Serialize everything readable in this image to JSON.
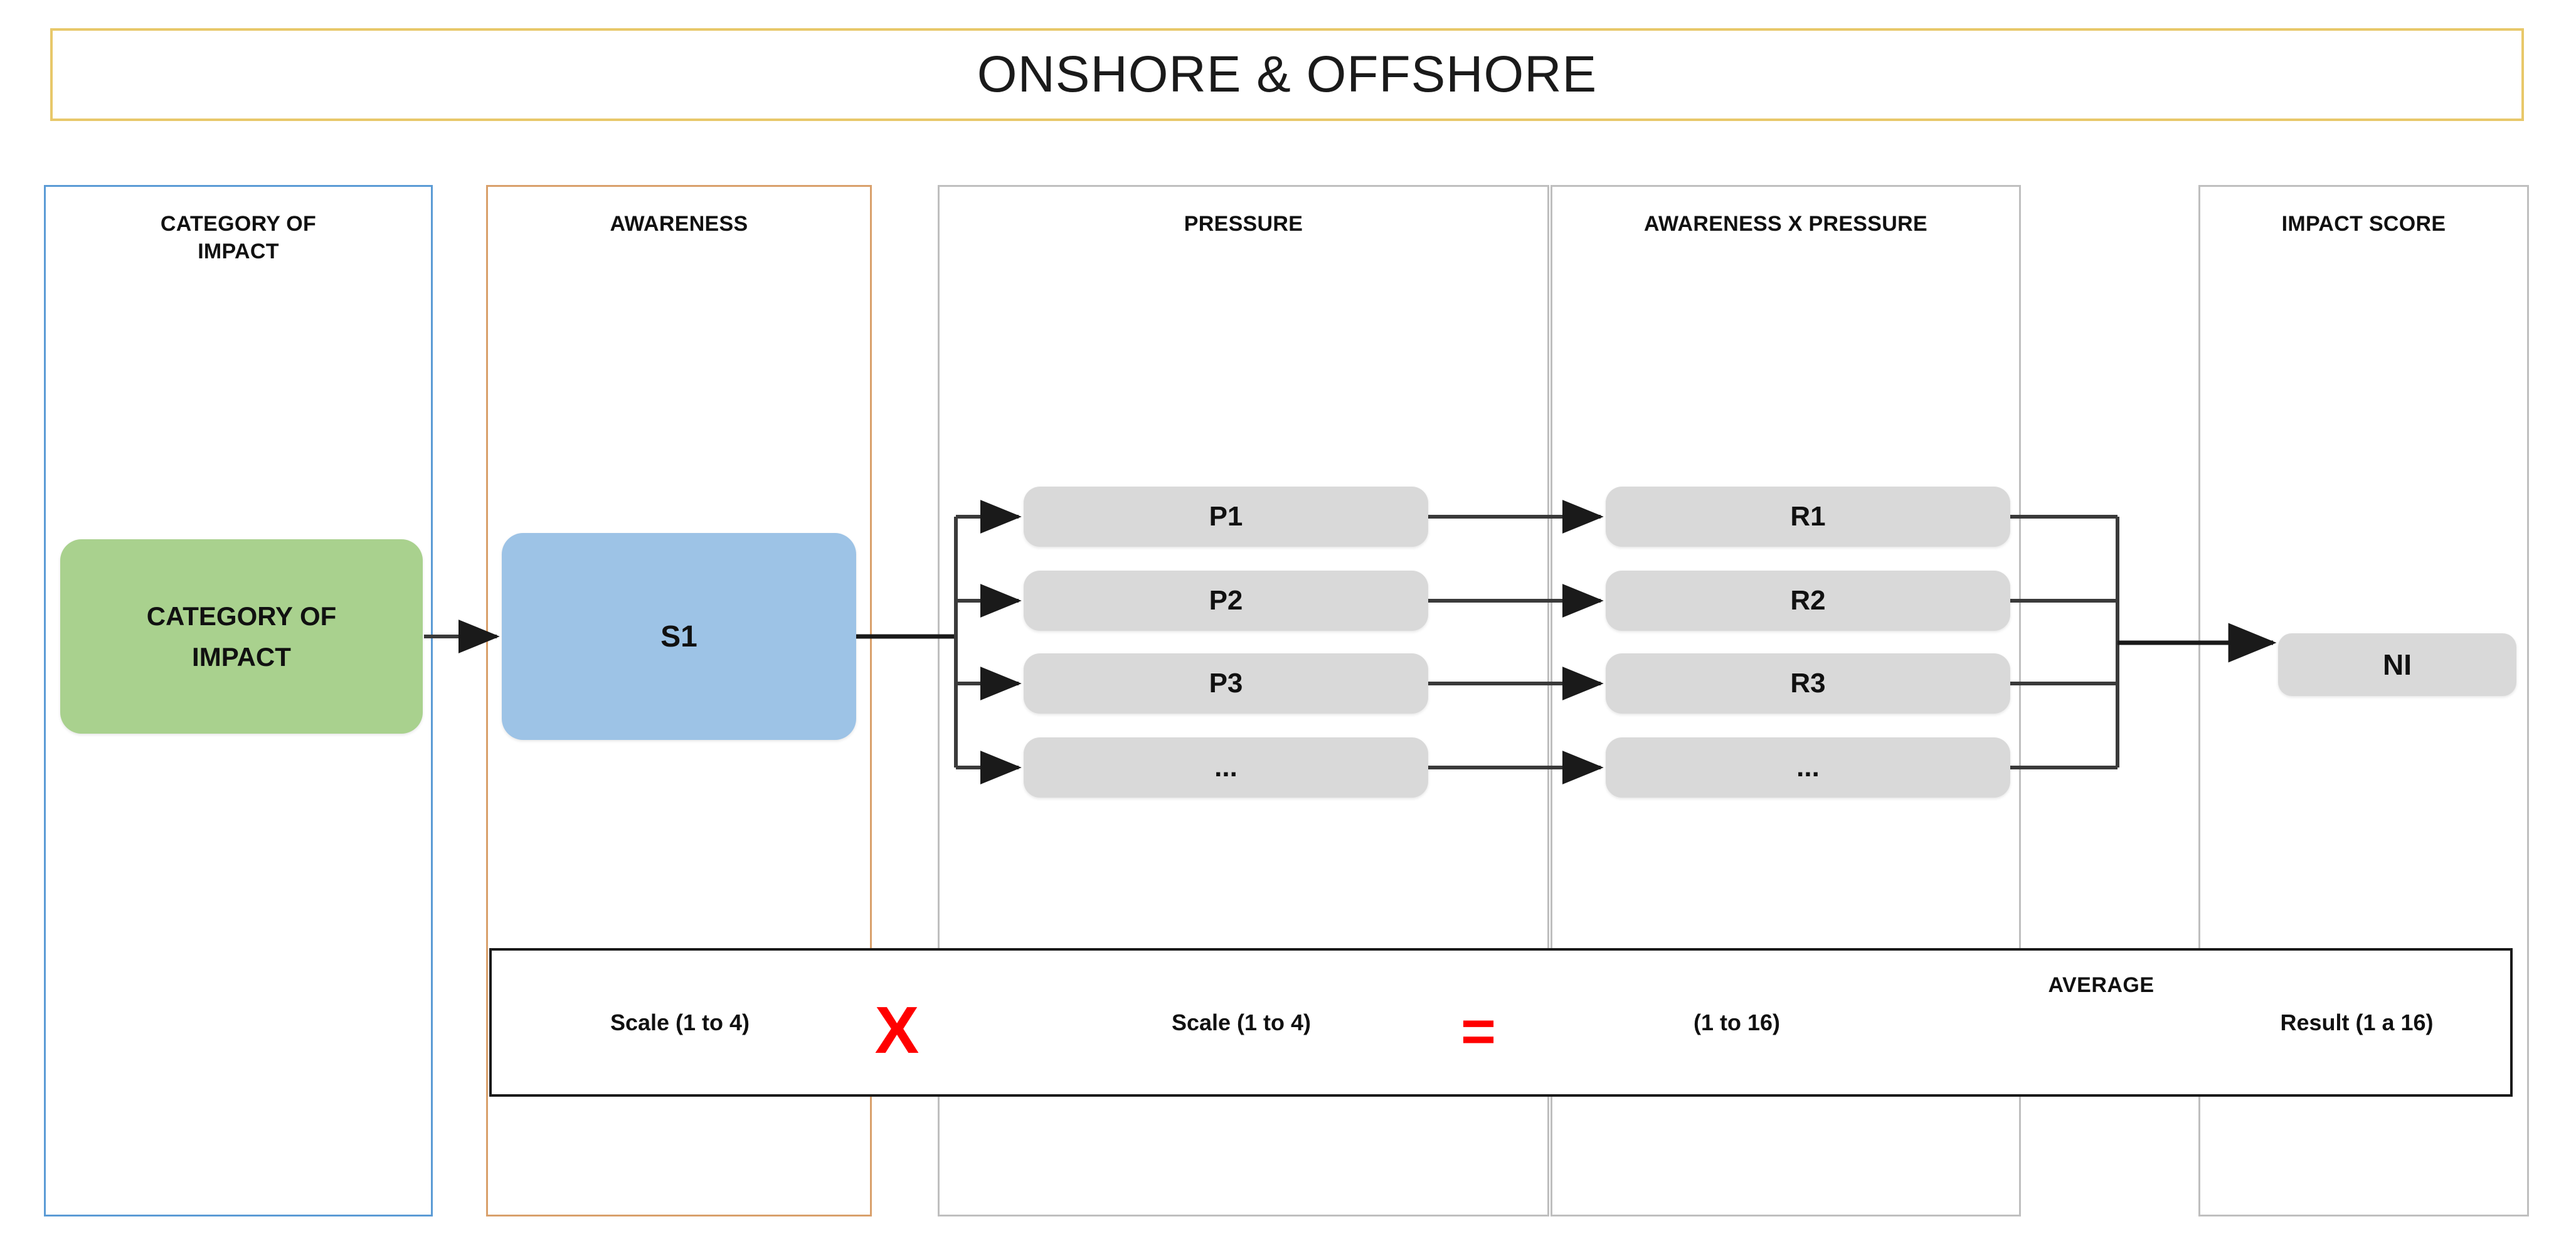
{
  "title": {
    "text": "ONSHORE & OFFSHORE",
    "border_color": "#e8c86a"
  },
  "columns": [
    {
      "key": "category",
      "header": "CATEGORY OF\nIMPACT",
      "header_line1": "CATEGORY OF",
      "header_line2": "IMPACT",
      "border_color": "#5b9bd5"
    },
    {
      "key": "awareness",
      "header": "AWARENESS",
      "border_color": "#d9a06b"
    },
    {
      "key": "pressure",
      "header": "PRESSURE",
      "border_color": "#bfbfbf"
    },
    {
      "key": "awareness_x_pressure",
      "header": "AWARENESS X PRESSURE",
      "border_color": "#bfbfbf"
    },
    {
      "key": "impact_score",
      "header": "IMPACT SCORE",
      "border_color": "#bfbfbf"
    }
  ],
  "nodes": {
    "category": {
      "line1": "CATEGORY OF",
      "line2": "IMPACT",
      "color": "#a9d18e"
    },
    "awareness": {
      "label": "S1",
      "color": "#9dc3e6"
    },
    "impact": {
      "label": "NI",
      "color": "#d9d9d9"
    }
  },
  "pressure_items": [
    {
      "label": "P1"
    },
    {
      "label": "P2"
    },
    {
      "label": "P3"
    },
    {
      "label": "..."
    }
  ],
  "result_items": [
    {
      "label": "R1"
    },
    {
      "label": "R2"
    },
    {
      "label": "R3"
    },
    {
      "label": "..."
    }
  ],
  "legend": {
    "scale_awareness": "Scale (1 to 4)",
    "operator_multiply": "X",
    "scale_pressure": "Scale (1 to 4)",
    "operator_equals": "=",
    "range_product": "(1 to 16)",
    "average_label": "AVERAGE",
    "result": "Result (1 a 16)",
    "operator_color": "#ff0000"
  }
}
